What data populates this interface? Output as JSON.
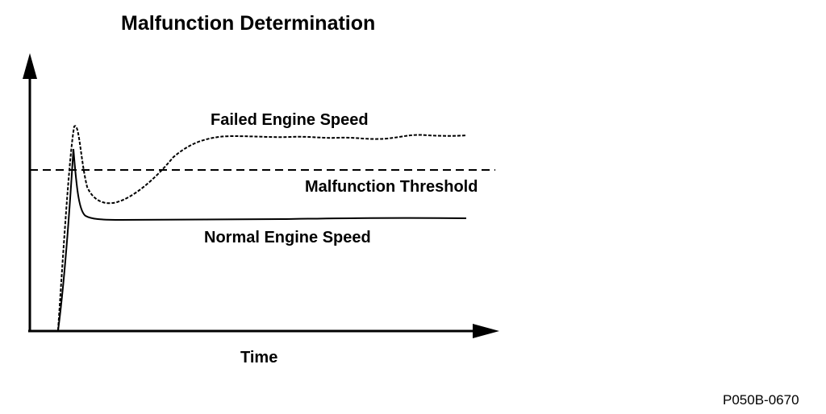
{
  "title": "Malfunction Determination",
  "labels": {
    "failed_engine_speed": "Failed Engine Speed",
    "malfunction_threshold": "Malfunction Threshold",
    "normal_engine_speed": "Normal Engine Speed",
    "x_axis": "Time",
    "figure_id": "P050B-0670"
  },
  "colors": {
    "line": "#000000",
    "background": "#ffffff"
  }
}
